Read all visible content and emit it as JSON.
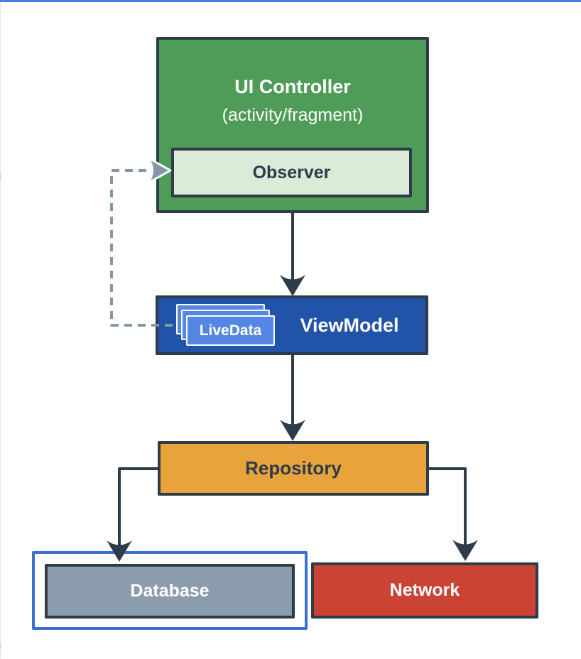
{
  "page": {
    "kind": "architecture-diagram",
    "accent_colors": {
      "top_line_blue": "#4b7ce2",
      "highlight_blue": "#3b6fd6",
      "border_dark": "#2e3b49",
      "dashed_gray_blue": "#8496a8"
    }
  },
  "nodes": {
    "ui_controller": {
      "title": "UI Controller",
      "subtitle": "(activity/fragment)",
      "color": "#4e9c57",
      "text_color": "#ffffff"
    },
    "observer": {
      "label": "Observer",
      "color": "#dcead8",
      "text_color": "#2e3b49"
    },
    "viewmodel": {
      "label": "ViewModel",
      "color": "#2153a8",
      "text_color": "#ffffff"
    },
    "livedata": {
      "label": "LiveData",
      "color": "#5487e4",
      "stack_count": 3,
      "text_color": "#ffffff"
    },
    "repository": {
      "label": "Repository",
      "color": "#e9a33d",
      "text_color": "#2e3b49"
    },
    "database": {
      "label": "Database",
      "color": "#8b9cac",
      "text_color": "#ffffff",
      "highlighted": true,
      "highlight_color": "#3b6fd6"
    },
    "network": {
      "label": "Network",
      "color": "#cb4335",
      "text_color": "#ffffff"
    }
  },
  "edges": [
    {
      "from": "ui_controller",
      "to": "viewmodel",
      "style": "solid-arrow"
    },
    {
      "from": "viewmodel",
      "to": "repository",
      "style": "solid-arrow"
    },
    {
      "from": "repository",
      "to": "database",
      "style": "solid-arrow"
    },
    {
      "from": "repository",
      "to": "network",
      "style": "solid-arrow"
    },
    {
      "from": "livedata",
      "to": "observer",
      "style": "dashed-arrow"
    }
  ]
}
